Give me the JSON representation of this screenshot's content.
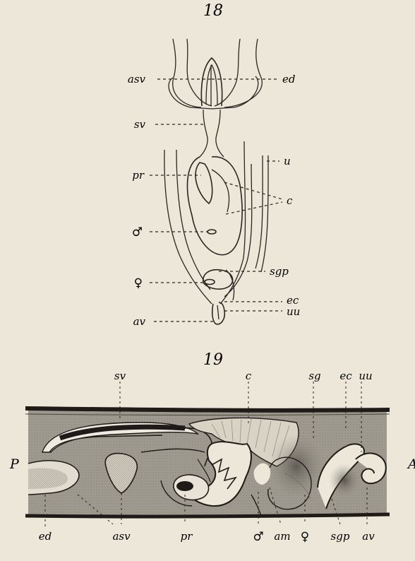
{
  "figure_18": {
    "number": "18",
    "labels": {
      "asv": "asv",
      "ed": "ed",
      "sv": "sv",
      "u": "u",
      "pr": "pr",
      "c": "c",
      "male": "♂",
      "female": "♀",
      "sgp": "sgp",
      "ec": "ec",
      "uu": "uu",
      "av": "av"
    }
  },
  "figure_19": {
    "number": "19",
    "top_labels": {
      "sv": "sv",
      "c": "c",
      "sg": "sg",
      "ec": "ec",
      "uu": "uu"
    },
    "side_labels": {
      "P": "P",
      "A": "A"
    },
    "bottom_labels": {
      "ed": "ed",
      "asv": "asv",
      "pr": "pr",
      "male": "♂",
      "am": "am",
      "female": "♀",
      "sgp": "sgp",
      "av": "av"
    }
  },
  "colors": {
    "paper": "#ece7d9",
    "ink": "#2a2621",
    "tissue": "#9b968c",
    "tissue_dark": "#5a554e"
  }
}
